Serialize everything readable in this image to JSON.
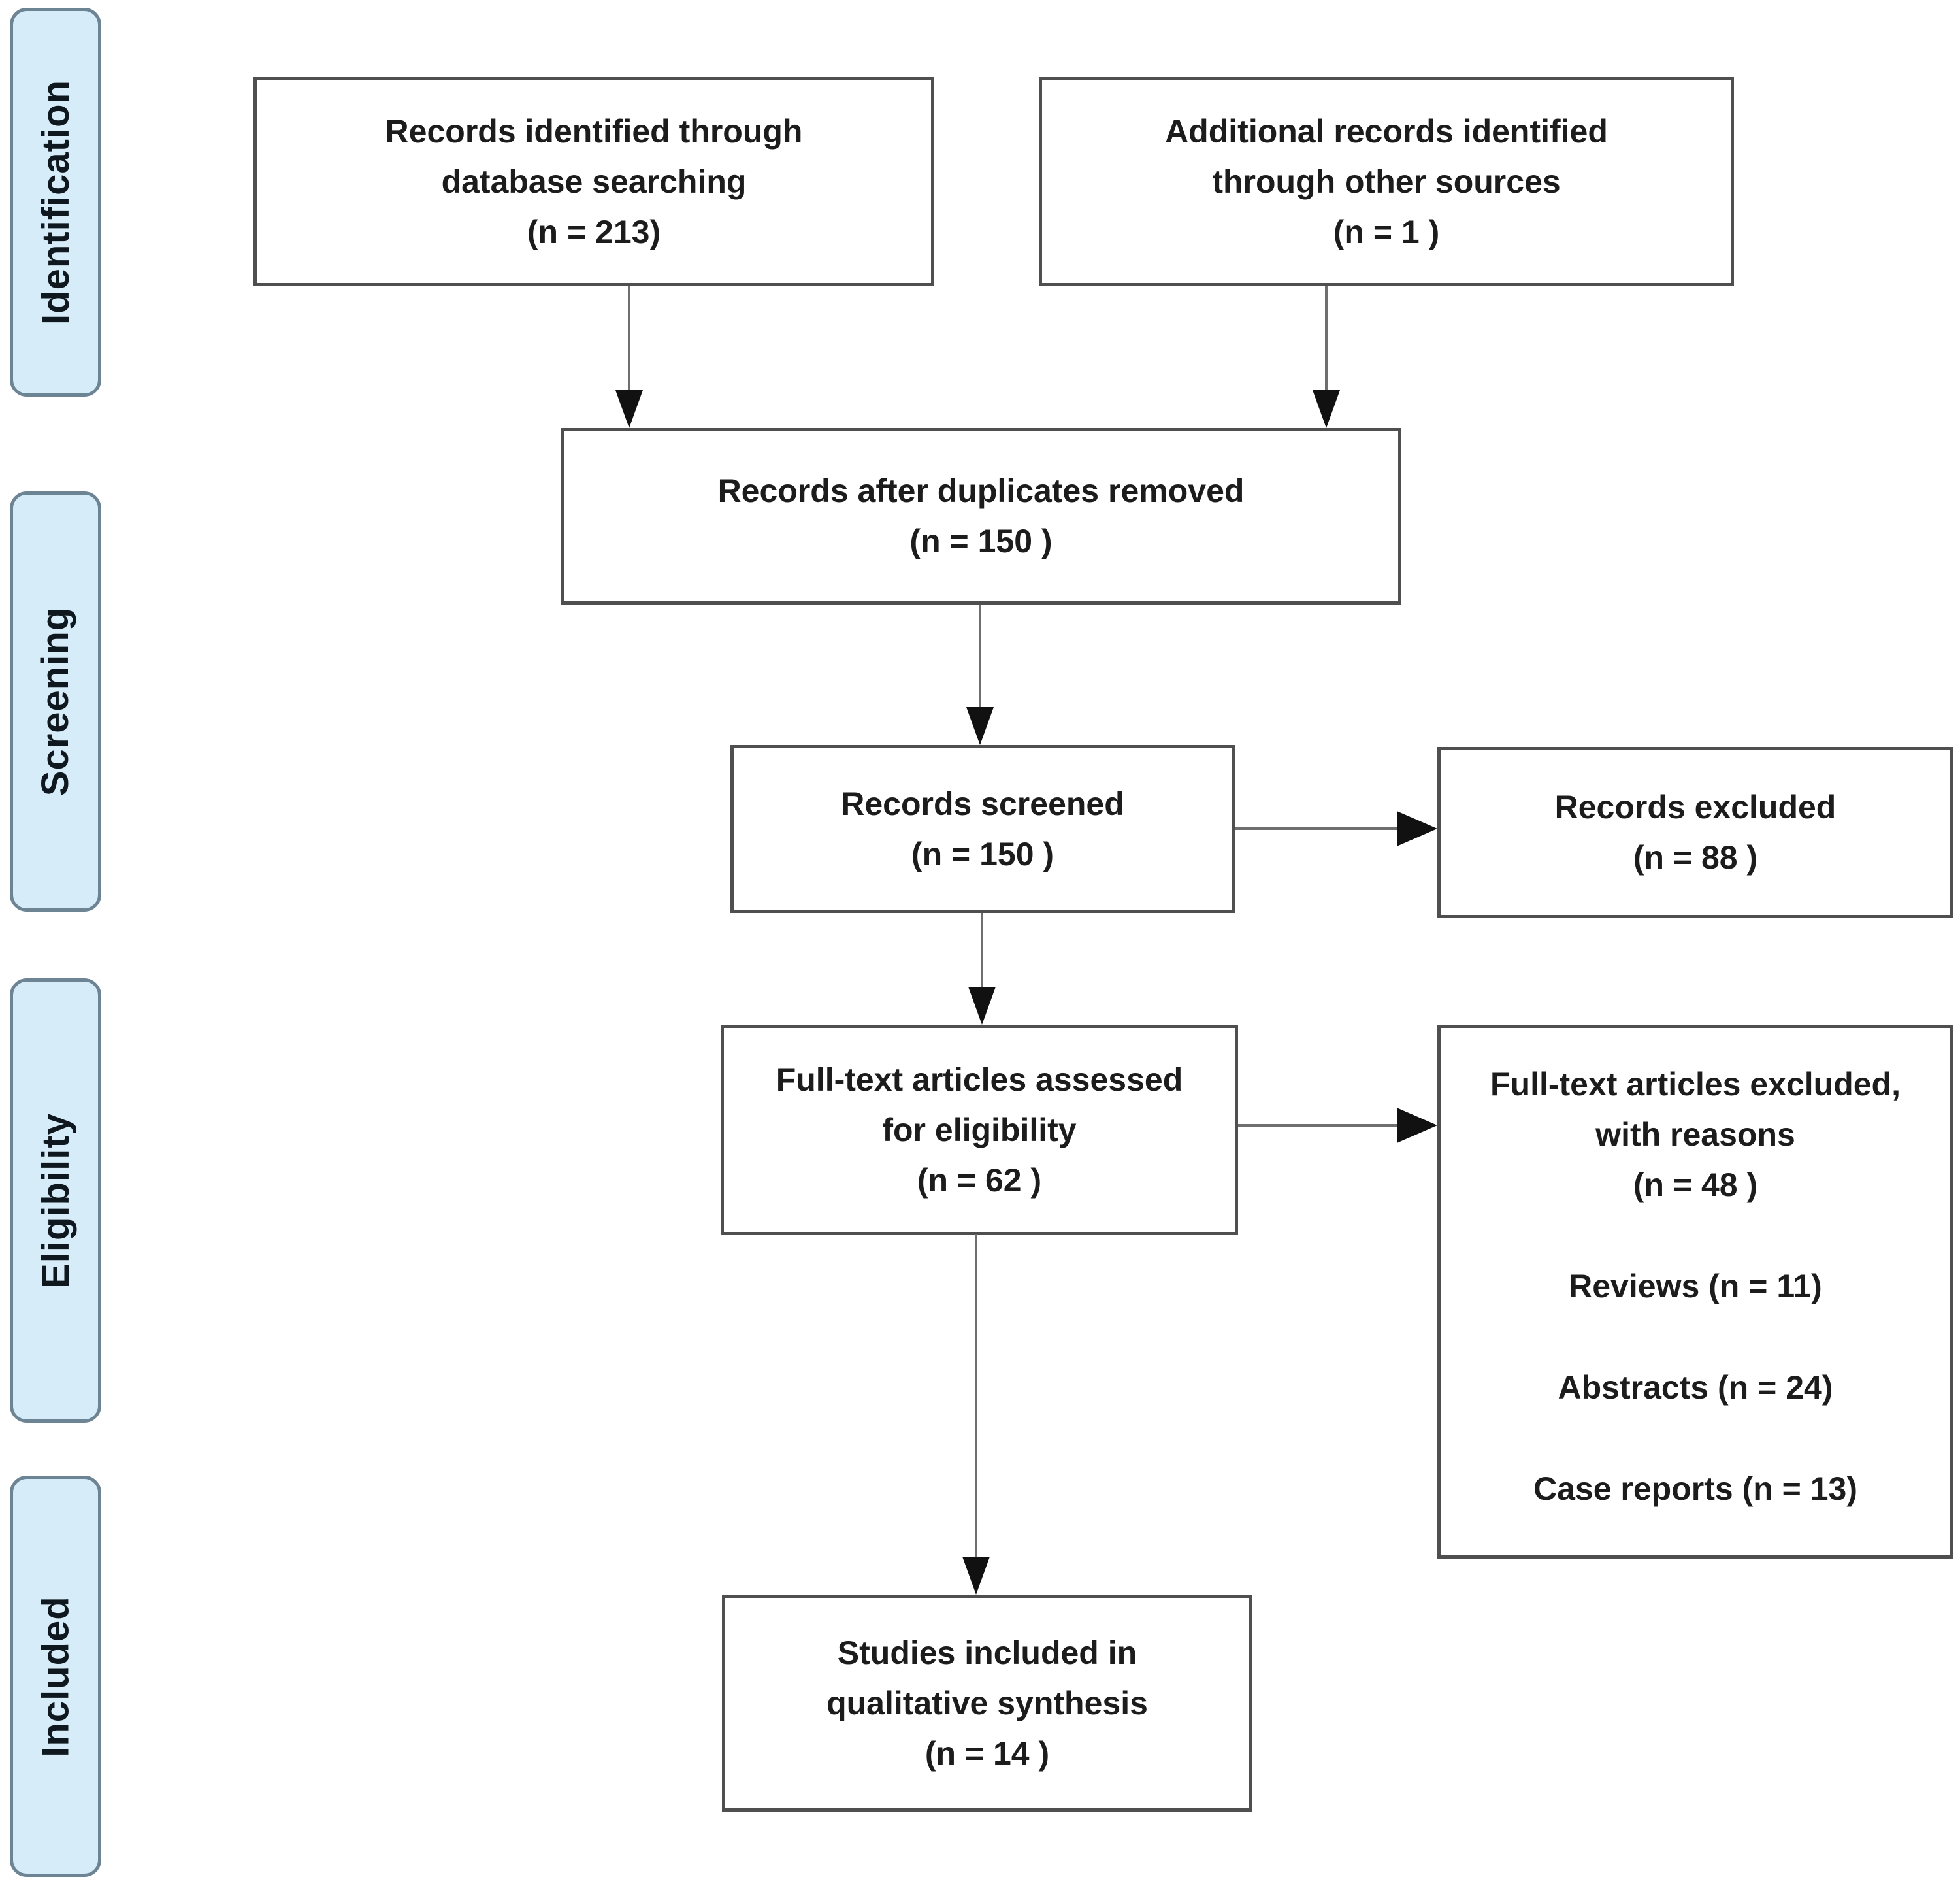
{
  "stages": [
    {
      "label": "Identification"
    },
    {
      "label": "Screening"
    },
    {
      "label": "Eligibility"
    },
    {
      "label": "Included"
    }
  ],
  "boxes": {
    "identified": {
      "text": "Records identified through\ndatabase searching\n(n = 213)"
    },
    "additional": {
      "text": "Additional records identified\nthrough other sources\n(n = 1 )"
    },
    "deduplicated": {
      "text": "Records after duplicates removed\n(n = 150 )"
    },
    "screened": {
      "text": "Records screened\n(n = 150 )"
    },
    "records_excluded": {
      "text": "Records excluded\n(n = 88 )"
    },
    "fulltext_assessed": {
      "text": "Full-text articles assessed\nfor eligibility\n(n = 62 )"
    },
    "fulltext_excluded": {
      "heading": "Full-text articles excluded,\nwith reasons\n(n = 48 )",
      "reasons": [
        "Reviews (n = 11)",
        "Abstracts (n = 24)",
        "Case reports (n = 13)"
      ]
    },
    "included_studies": {
      "text": "Studies included in\nqualitative synthesis\n(n = 14 )"
    }
  },
  "colors": {
    "stage_fill": "#d7ecf9",
    "stage_border": "#6d8494",
    "box_border": "#4f4f4f",
    "connector_line": "#6f6f6f",
    "arrowhead": "#111111",
    "text": "#1c1c1c"
  }
}
